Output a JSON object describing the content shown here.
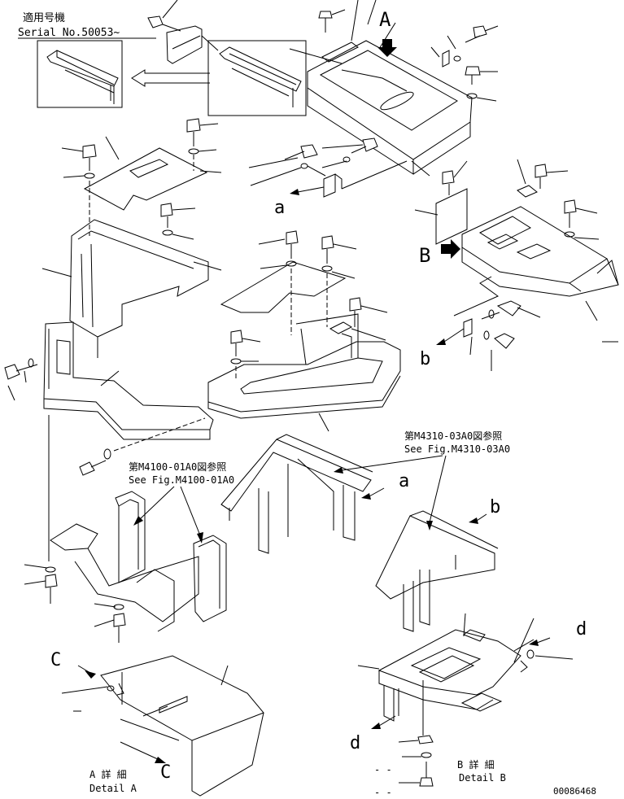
{
  "serial": {
    "jp": "適用号機",
    "en": "Serial No.50053~"
  },
  "refs": {
    "fig_4310_jp": "第M4310-03A0図参照",
    "fig_4310_en": "See Fig.M4310-03A0",
    "fig_4100_jp": "第M4100-01A0図参照",
    "fig_4100_en": "See Fig.M4100-01A0"
  },
  "letters": {
    "A": "A",
    "B": "B",
    "C": "C",
    "a": "a",
    "b": "b",
    "d": "d"
  },
  "details": {
    "A_jp": "A 詳 細",
    "A_en": "Detail A",
    "B_jp": "B 詳 細",
    "B_en": "Detail B"
  },
  "drawing_number": "00086468"
}
